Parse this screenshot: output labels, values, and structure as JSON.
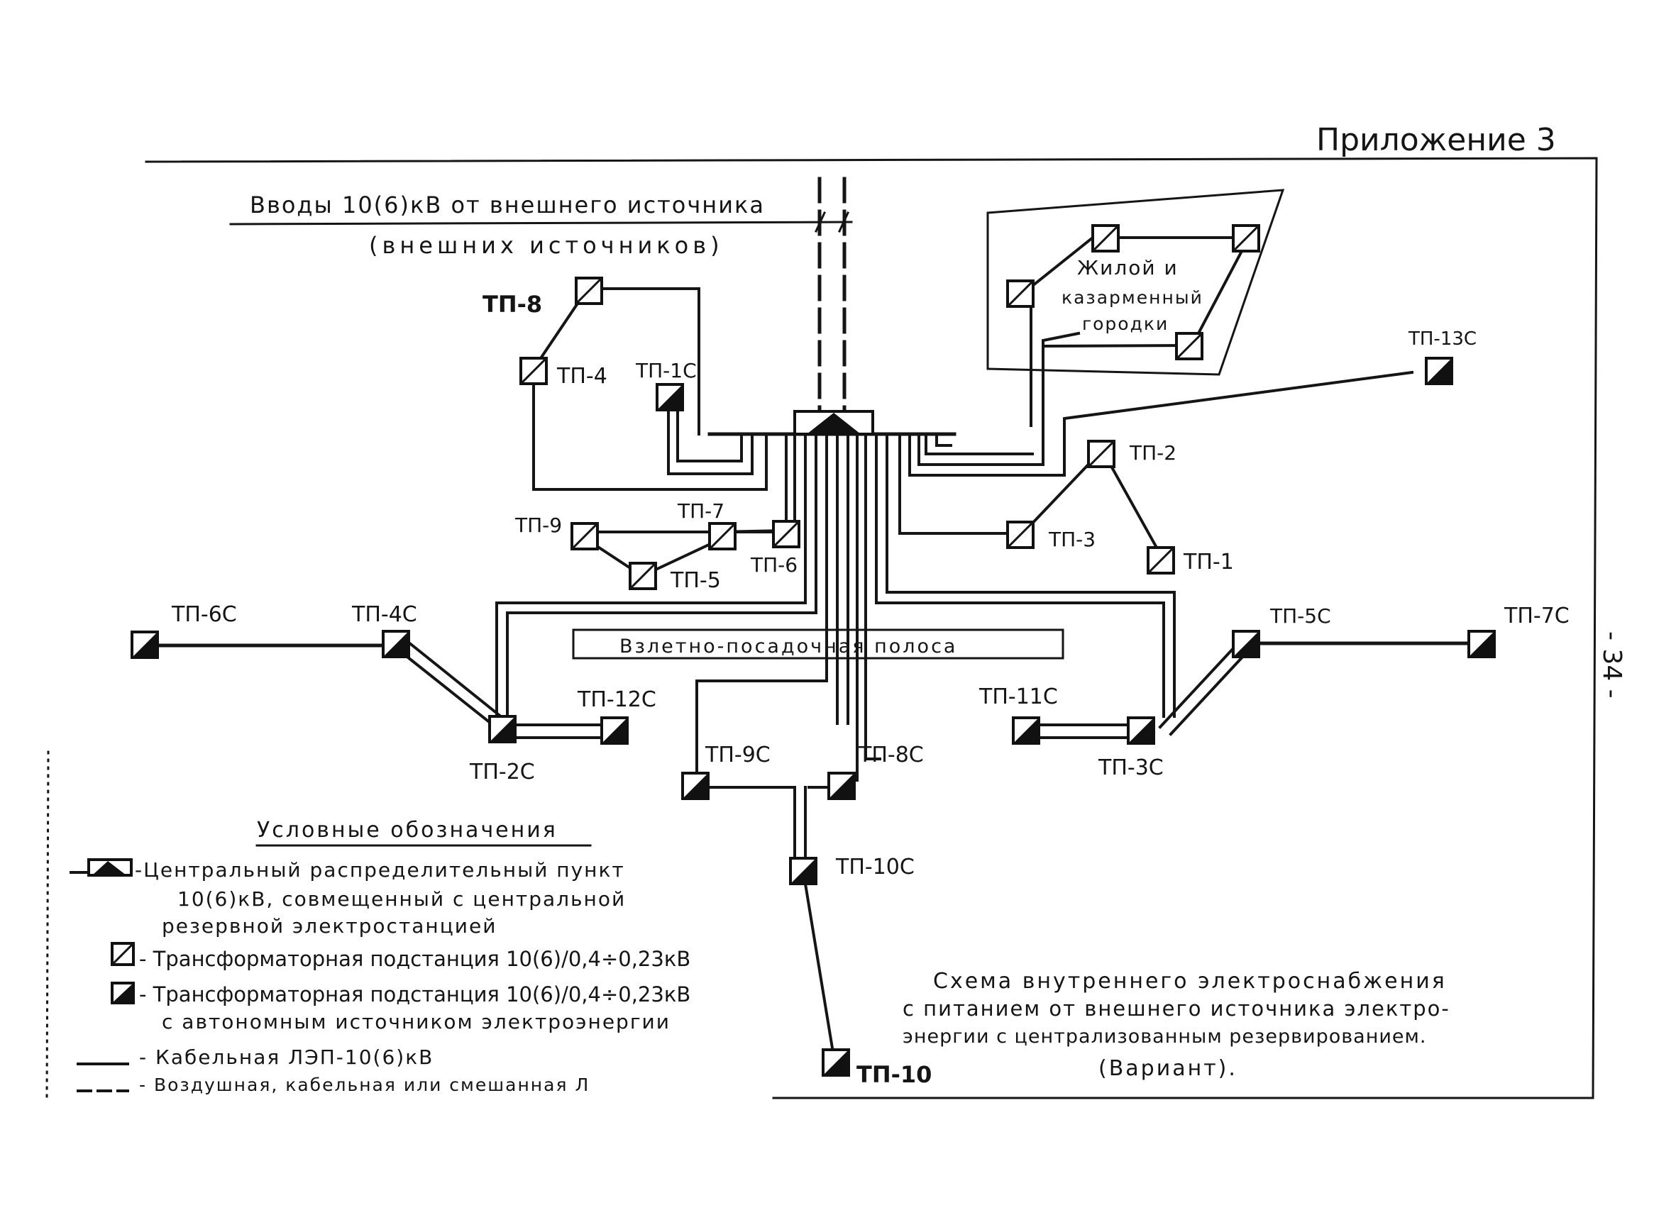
{
  "appendix": "Приложение 3",
  "page_number": "- 34 -",
  "inputs_line1": "Вводы 10(6)кВ от внешнего источника",
  "inputs_line2": "(внешних источников)",
  "residential_line1": "Жилой и",
  "residential_line2": "казарменный",
  "residential_line3": "городки",
  "runway": "Взлетно-посадочная полоса",
  "nodes": {
    "tp8": "ТП-8",
    "tp4": "ТП-4",
    "tp1c": "ТП-1С",
    "tp13c": "ТП-13С",
    "tp2": "ТП-2",
    "tp3": "ТП-3",
    "tp1": "ТП-1",
    "tp9": "ТП-9",
    "tp7": "ТП-7",
    "tp5": "ТП-5",
    "tp6": "ТП-6",
    "tp6c": "ТП-6С",
    "tp4c": "ТП-4С",
    "tp12c": "ТП-12С",
    "tp2c": "ТП-2С",
    "tp9c": "ТП-9С",
    "tp8c": "ТП-8С",
    "tp10c": "ТП-10С",
    "tp10": "ТП-10",
    "tp5c": "ТП-5С",
    "tp7c": "ТП-7С",
    "tp11c": "ТП-11С",
    "tp3c": "ТП-3С"
  },
  "legend": {
    "title": "Условные обозначения",
    "item1_line1": "-Центральный распределительный пункт",
    "item1_line2": "10(6)кВ, совмещенный с центральной",
    "item1_line3": "резервной электростанцией",
    "item2": "- Трансформаторная подстанция 10(6)/0,4÷0,23кВ",
    "item3_line1": "- Трансформаторная подстанция 10(6)/0,4÷0,23кВ",
    "item3_line2": "с автономным источником электроэнергии",
    "item4": "- Кабельная ЛЭП-10(6)кВ",
    "item5": "- Воздушная, кабельная или смешанная Л"
  },
  "caption_line1": "Схема внутреннего электроснабжения",
  "caption_line2": "с питанием от внешнего источника электро-",
  "caption_line3": "энергии с централизованным резервированием.",
  "caption_line4": "(Вариант)."
}
